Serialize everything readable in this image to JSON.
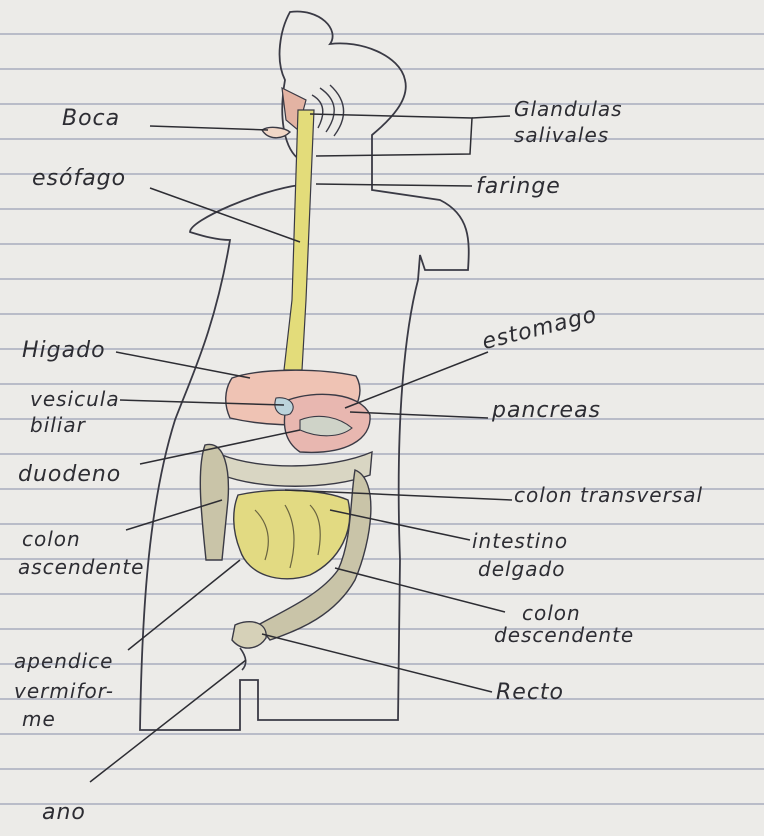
{
  "labels": {
    "boca": "Boca",
    "glandulas_1": "Glandulas",
    "glandulas_2": "salivales",
    "esofago": "esófago",
    "faringe": "faringe",
    "higado": "Higado",
    "estomago": "estomago",
    "vesicula_1": "vesicula",
    "vesicula_2": "biliar",
    "pancreas": "pancreas",
    "duodeno": "duodeno",
    "colon_transversal": "colon transversal",
    "colon_ascendente_1": "colon",
    "colon_ascendente_2": "ascendente",
    "intestino_1": "intestino",
    "intestino_2": "delgado",
    "colon_descendente_1": "colon",
    "colon_descendente_2": "descendente",
    "apendice_1": "apendice",
    "apendice_2": "vermifor-",
    "apendice_3": "me",
    "recto": "Recto",
    "ano": "ano"
  },
  "colors": {
    "ink": "#2d2d33",
    "esophagus": "#e3dc7a",
    "liver": "#efc3b4",
    "stomach": "#e8b7b0",
    "intestine": "#e2da82",
    "colon": "#c9c4a8"
  }
}
